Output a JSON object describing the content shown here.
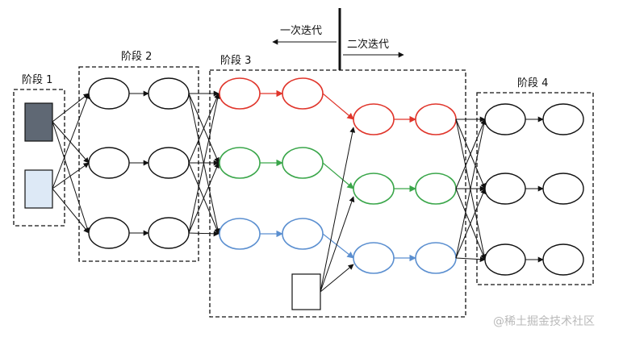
{
  "labels": {
    "stage1": "阶段 1",
    "stage2": "阶段 2",
    "stage3": "阶段 3",
    "stage4": "阶段 4",
    "prev_iteration": "一次迭代",
    "next_iteration": "二次迭代"
  },
  "watermark": "@稀土掘金技术社区",
  "colors": {
    "red": "#e0352b",
    "green": "#3aa64a",
    "blue": "#5b8fd0",
    "input_dark": "#5f6874",
    "input_light": "#dde9f6",
    "black": "#111111"
  }
}
